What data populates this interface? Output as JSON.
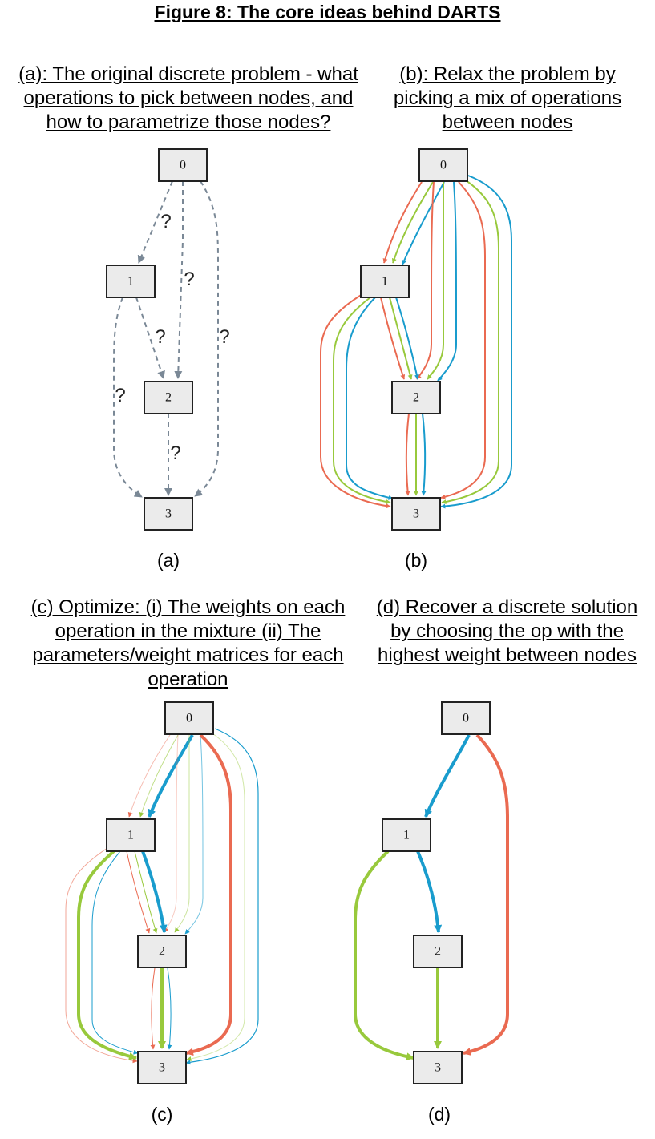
{
  "title": "Figure 8: The core ideas behind DARTS",
  "colors": {
    "red": "#ea6a51",
    "green": "#98c93c",
    "blue": "#199ccd",
    "gray": "#7a8896"
  },
  "panels": {
    "a": {
      "heading": "(a): The original discrete problem - what operations to pick between nodes, and how to parametrize those nodes?",
      "letter": "(a)",
      "nodes": [
        "0",
        "1",
        "2",
        "3"
      ],
      "edge_label": "?"
    },
    "b": {
      "heading": "(b): Relax the problem by picking a mix of operations between nodes",
      "letter": "(b)",
      "nodes": [
        "0",
        "1",
        "2",
        "3"
      ]
    },
    "c": {
      "heading": "(c) Optimize: (i) The weights on each operation in the mixture (ii) The parameters/weight matrices for each operation",
      "letter": "(c)",
      "nodes": [
        "0",
        "1",
        "2",
        "3"
      ]
    },
    "d": {
      "heading": "(d) Recover a discrete solution by choosing the op with the highest weight between nodes",
      "letter": "(d)",
      "nodes": [
        "0",
        "1",
        "2",
        "3"
      ]
    }
  }
}
